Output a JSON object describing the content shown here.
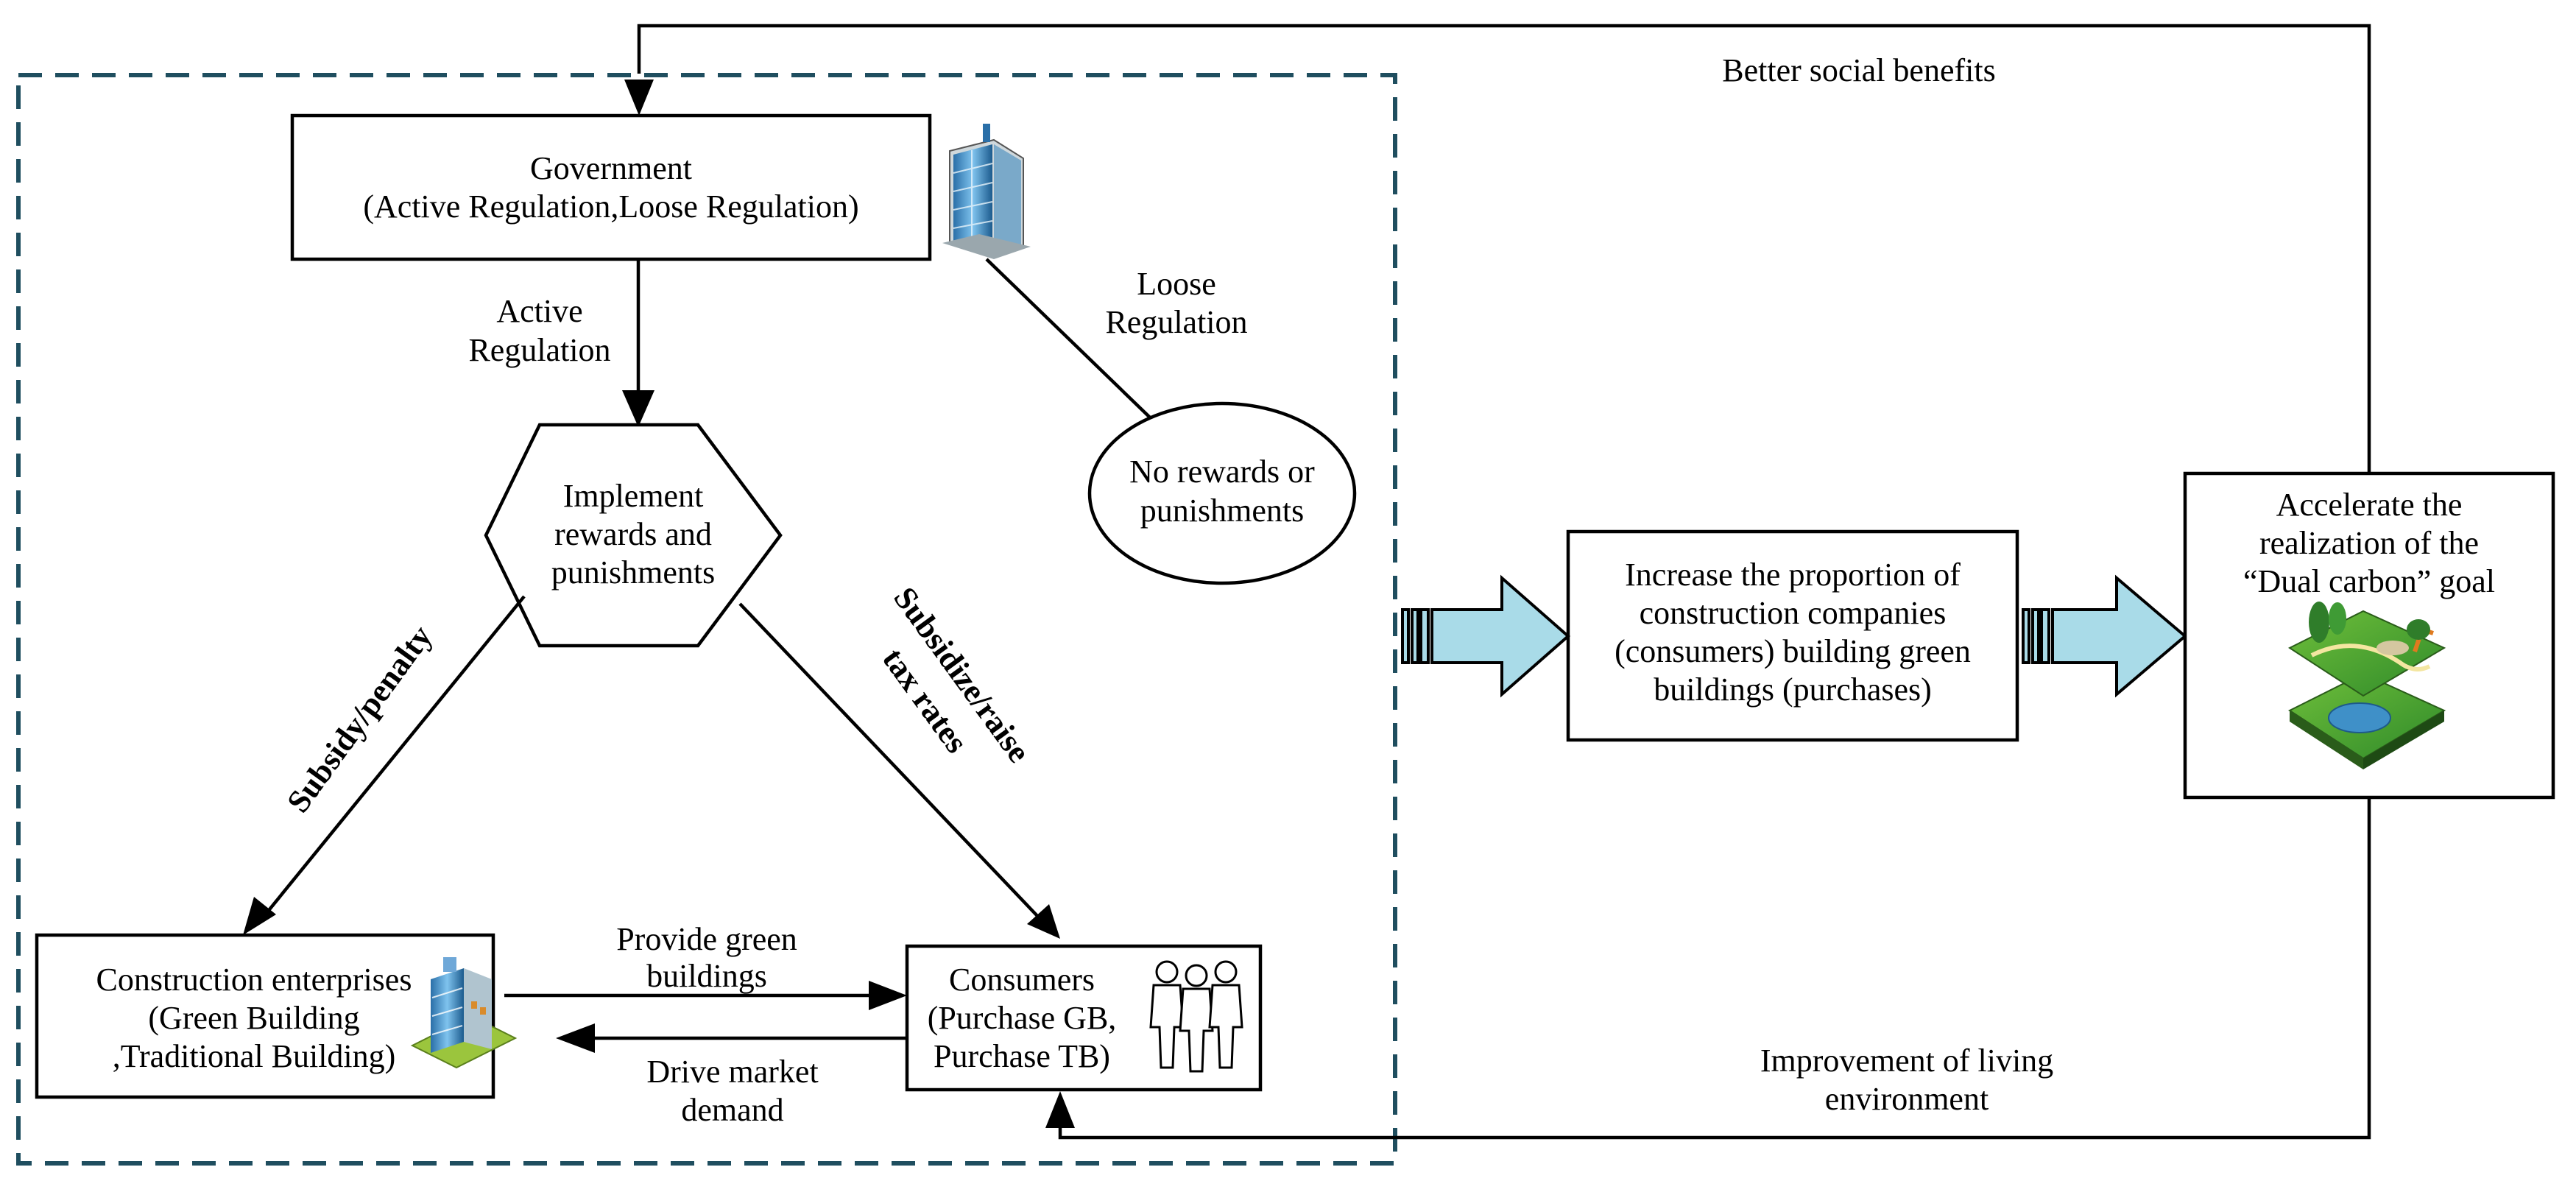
{
  "government": {
    "line1": "Government",
    "line2": "(Active Regulation,Loose Regulation)"
  },
  "labels": {
    "active_regulation_1": "Active",
    "active_regulation_2": "Regulation",
    "loose_regulation_1": "Loose",
    "loose_regulation_2": "Regulation",
    "subsidy_penalty": "Subsidy/penalty",
    "subsidize_raise_1": "Subsidize/raise",
    "subsidize_raise_2": "tax rates",
    "provide_green_1": "Provide green",
    "provide_green_2": "buildings",
    "drive_market_1": "Drive market",
    "drive_market_2": "demand",
    "better_social": "Better social benefits",
    "improvement_1": "Improvement of living",
    "improvement_2": "environment"
  },
  "implement": {
    "line1": "Implement",
    "line2": "rewards and",
    "line3": "punishments"
  },
  "no_rewards": {
    "line1": "No rewards or",
    "line2": "punishments"
  },
  "construction": {
    "line1": "Construction enterprises",
    "line2": "(Green Building",
    "line3": ",Traditional Building)"
  },
  "consumers": {
    "line1": "Consumers",
    "line2": "(Purchase GB,",
    "line3": "Purchase TB)"
  },
  "increase": {
    "line1": "Increase the proportion of",
    "line2": "construction companies",
    "line3": "(consumers) building green",
    "line4": "buildings (purchases)"
  },
  "accelerate": {
    "line1": "Accelerate the",
    "line2": "realization of the",
    "line3": "“Dual carbon”  goal"
  },
  "colors": {
    "dashed_border": "#1f4e5f",
    "big_arrow_fill": "#a9dbe8",
    "line": "#000000"
  },
  "icons": [
    "office-building-icon",
    "company-building-icon",
    "people-group-icon",
    "green-landscape-icon"
  ]
}
